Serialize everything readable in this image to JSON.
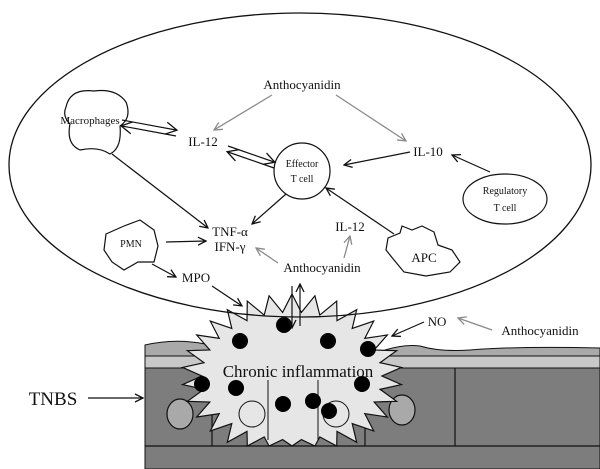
{
  "labels": {
    "anthocyanidin_top": "Anthocyanidin",
    "macrophages": "Macrophages",
    "il12_left": "IL-12",
    "effector_line1": "Effector",
    "effector_line2": "T cell",
    "il10": "IL-10",
    "regulatory_line1": "Regulatory",
    "regulatory_line2": "T cell",
    "pmn": "PMN",
    "tnf": "TNF-α",
    "ifn": "IFN-γ",
    "il12_mid": "IL-12",
    "apc": "APC",
    "anthocyanidin_mid": "Anthocyanidin",
    "mpo": "MPO",
    "no": "NO",
    "anthocyanidin_right": "Anthocyanidin",
    "chronic_inflammation": "Chronic inflammation",
    "tnbs": "TNBS"
  },
  "colors": {
    "stroke": "#111111",
    "inhibit_arrow": "#8a8a8a",
    "tissue_dark": "#7d7d7d",
    "tissue_light": "#c8c8c8",
    "tissue_mid": "#a9a9a9",
    "burst_fill": "#e6e6e6"
  }
}
